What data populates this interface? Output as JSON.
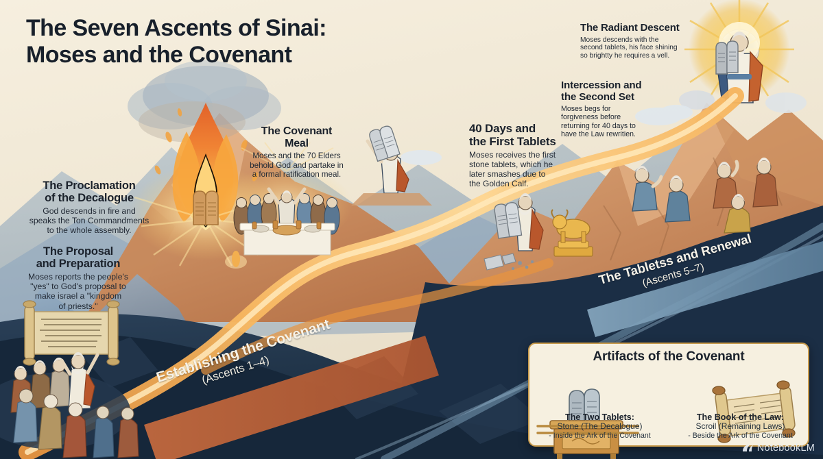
{
  "title": "The Seven Ascents of Sinai:\nMoses and the Covenant",
  "annotations": [
    {
      "id": "proclamation",
      "heading": "The Proclamation\nof the Decalogue",
      "body": "God descends in fire and\nspeaks the Ton Commandments\nto the whole assembly."
    },
    {
      "id": "proposal",
      "heading": "The Proposal\nand Preparation",
      "body": "Moses reports the people's\n\"yes\" to God's proposal to\nmake israel a \"kingdom\nof priests.\""
    },
    {
      "id": "meal",
      "heading": "The Covenant\nMeal",
      "body": "Moses and the 70 Elders\nbehold God and partake in\na formal ratification meal."
    },
    {
      "id": "forty",
      "heading": "40 Days and\nthe First Tablets",
      "body": "Moses receives the first\nstone tablets, which he\nlater smashes due to\nthe Golden Calf."
    },
    {
      "id": "intercession",
      "heading": "Intercession and\nthe Second Set",
      "body": "Moses begs for\nforgiveness before\nreturning for 40 days to\nhave the Law rewritien."
    },
    {
      "id": "radiant",
      "heading": "The Radiant Descent",
      "body": "Moses descends with the\nsecond tablets, his face shining\nso brightty he requires a vell."
    }
  ],
  "banners": [
    {
      "id": "left",
      "label": "Establishing the Covenant",
      "sub": "(Ascents 1–4)",
      "color": "#c4683c"
    },
    {
      "id": "right",
      "label": "The Tabletss and Renewal",
      "sub": "(Ascents 5–7)",
      "color": "#6e93ad"
    }
  ],
  "legend": {
    "title": "Artifacts of the Covenant",
    "items": [
      {
        "icon": "ark-of-the-covenant-icon",
        "name": "The Two Tablets:",
        "desc": "Stone (The Decalogue)",
        "note": "- Inside the Ark of the Covenant"
      },
      {
        "icon": "torah-scroll-icon",
        "name": "The Book of the Law:",
        "desc": "Scroil (Remaining Laws)",
        "note": "- Beside the Ark of the Covenant"
      }
    ]
  },
  "watermark": {
    "label": "NotebookLM",
    "icon": "notebooklm-spark-icon"
  },
  "scene": {
    "sky_color": "#f1e9d7",
    "foreground_color": "#1e3048",
    "path_color": "#f0a54d",
    "mountain_warm": "#c98a5e",
    "mountain_cool": "#7d9ab5",
    "fire_color": "#f48b2a",
    "halo_color": "#f6c64a",
    "elements": [
      {
        "name": "burning-summit-with-tablets",
        "label": "fire and smoke cloud over the Decalogue tablets"
      },
      {
        "name": "hebrew-scroll",
        "label": "open scroll with Hebrew script"
      },
      {
        "name": "israelite-assembly",
        "label": "crowd of Israelites at the mountain base"
      },
      {
        "name": "covenant-meal-scene",
        "label": "Moses and the 70 Elders at a banquet table"
      },
      {
        "name": "moses-lifting-tablets",
        "label": "Moses raising the tablets on the ridge"
      },
      {
        "name": "golden-calf-scene",
        "label": "Moses, the golden calf and the smashed tablets"
      },
      {
        "name": "kneeling-intercessor",
        "label": "Moses kneeling in intercession"
      },
      {
        "name": "radiant-moses-summit",
        "label": "Moses descending with a shining face and second tablets"
      },
      {
        "name": "onlooking-israelites",
        "label": "Israelites shielding their eyes from the radiance"
      }
    ]
  }
}
